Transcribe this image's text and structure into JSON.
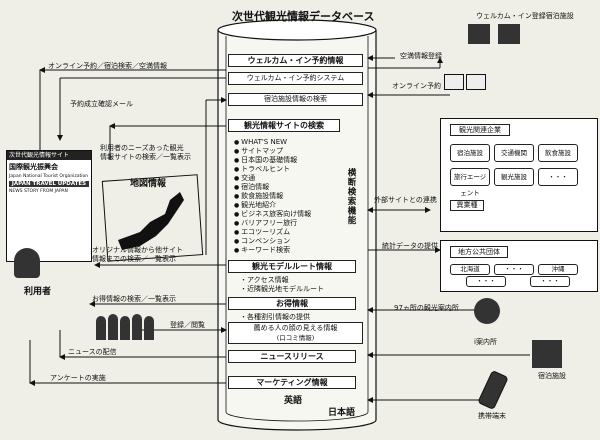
{
  "db": {
    "title": "次世代観光情報データベース",
    "welcome_info": "ウェルカム・イン予約情報",
    "welcome_system": "ウェルカム・イン予約システム",
    "lodging_search": "宿泊施設情報の検索",
    "tourism_search": "観光情報サイトの検索",
    "items": [
      "WHAT'S NEW",
      "サイトマップ",
      "日本国の基礎情報",
      "トラベルヒント",
      "交通",
      "宿泊情報",
      "飲食施設情報",
      "観光地紹介",
      "ビジネス旅客向け情報",
      "バリアフリー旅行",
      "エコツーリズム",
      "コンベンション",
      "キーワード検索"
    ],
    "cross_search": "横断検索機能",
    "model_route": "観光モデルルート情報",
    "access": "・アクセス情報",
    "nearby_route": "・近隣観光地モデルルート",
    "deals": "お得情報",
    "discount_offer": "・各種割引情報の提供",
    "face_info": "薦める人の顔の見える情報",
    "face_info_sub": "(口コミ情報)",
    "news_release": "ニュースリリース",
    "marketing": "マーケティング情報",
    "english": "英語",
    "japanese": "日本語"
  },
  "left": {
    "online_reserve": "オンライン予約／宿泊検索／空満情報",
    "confirm_mail": "予約成立確認メール",
    "needs_search_1": "利用者のニーズあった観光",
    "needs_search_2": "情報サイトの検索／一覧表示",
    "map_info": "地図情報",
    "original_info_1": "オリジナル情報から他サイト",
    "original_info_2": "情報までの検索／一覧表示",
    "deals_search": "お得情報の検索／一覧表示",
    "register": "登録／閲覧",
    "news_delivery": "ニュースの配信",
    "survey": "アンケートの実施",
    "user": "利用者",
    "screen_header": "次世代観光情報サイト",
    "screen_org": "国際観光振興会",
    "screen_org_en": "Japan National Tourist Organization",
    "screen_banner_1": "JAPAN TRAVEL UPDATES",
    "screen_banner_2": "NEWS STORY FROM JAPAN"
  },
  "right": {
    "welcome_facility": "ウェルカム・イン登録宿泊施設",
    "vacancy_register": "空満情報登録",
    "online_reserve": "オンライン予約",
    "companies_title": "観光関連企業",
    "companies": [
      "宿泊施設",
      "交通機関",
      "飲食施設",
      "旅行エージェント",
      "観光施設",
      "・・・"
    ],
    "other_industries": "異業種",
    "external_link": "外部サイトとの連携",
    "stats": "統計データの提供",
    "local_gov": "地方公共団体",
    "local_items": [
      "北海道",
      "・・・",
      "沖縄",
      "・・・",
      "・・・"
    ],
    "info_centers": "97ヵ所の観光案内所",
    "i_center": "i案内所",
    "lodging": "宿泊施設",
    "mobile": "携帯端末"
  }
}
